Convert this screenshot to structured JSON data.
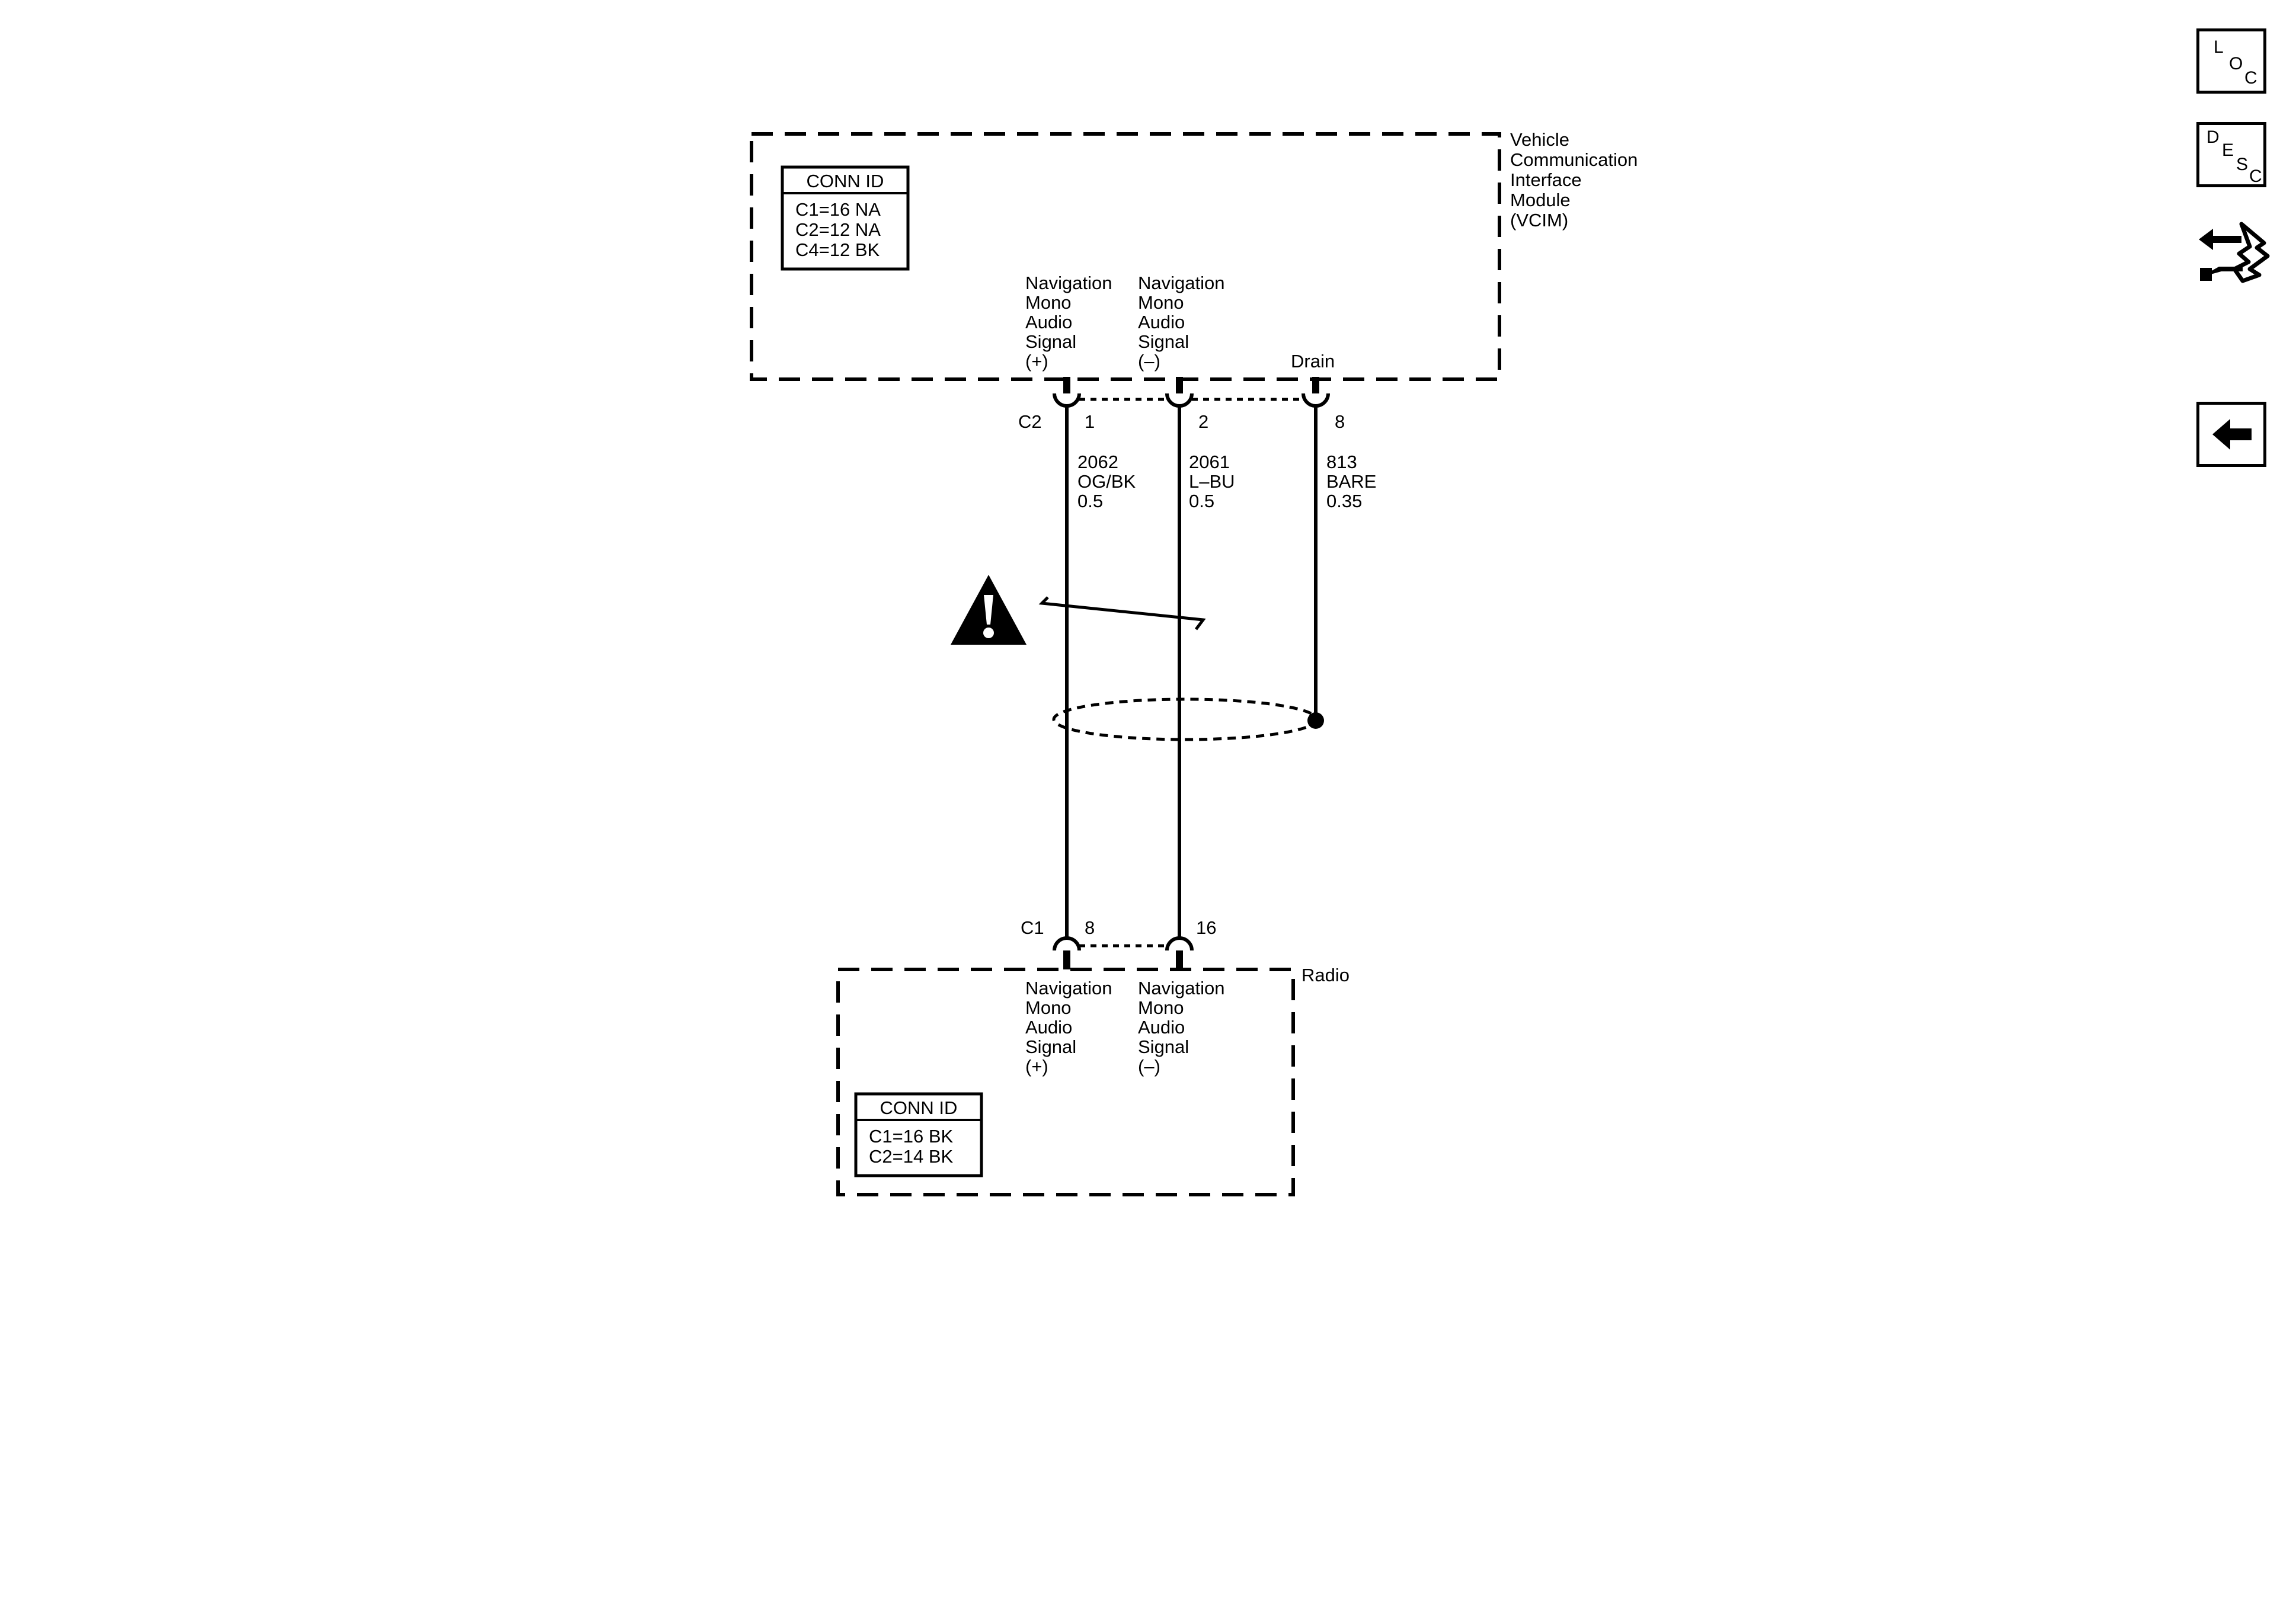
{
  "vcim": {
    "name_lines": [
      "Vehicle",
      "Communication",
      "Interface",
      "Module",
      "(VCIM)"
    ],
    "conn_id": {
      "title": "CONN ID",
      "rows": [
        "C1=16 NA",
        "C2=12 NA",
        "C4=12 BK"
      ]
    },
    "connector": "C2",
    "pins": [
      {
        "number": "1",
        "label_lines": [
          "Navigation",
          "Mono",
          "Audio",
          "Signal",
          "(+)"
        ]
      },
      {
        "number": "2",
        "label_lines": [
          "Navigation",
          "Mono",
          "Audio",
          "Signal",
          "(–)"
        ]
      },
      {
        "number": "8",
        "label_lines": [
          "Drain"
        ]
      }
    ]
  },
  "wires": [
    {
      "lines": [
        "2062",
        "OG/BK",
        "0.5"
      ]
    },
    {
      "lines": [
        "2061",
        "L–BU",
        "0.5"
      ]
    },
    {
      "lines": [
        "813",
        "BARE",
        "0.35"
      ]
    }
  ],
  "radio": {
    "name": "Radio",
    "conn_id": {
      "title": "CONN ID",
      "rows": [
        "C1=16 BK",
        "C2=14 BK"
      ]
    },
    "connector": "C1",
    "pins": [
      {
        "number": "8",
        "label_lines": [
          "Navigation",
          "Mono",
          "Audio",
          "Signal",
          "(+)"
        ]
      },
      {
        "number": "16",
        "label_lines": [
          "Navigation",
          "Mono",
          "Audio",
          "Signal",
          "(–)"
        ]
      }
    ]
  },
  "side_nav": {
    "loc": {
      "letters": [
        "L",
        "O",
        "C"
      ]
    },
    "desc": {
      "letters": [
        "D",
        "E",
        "S",
        "C"
      ]
    },
    "icons": [
      "location-icon",
      "description-icon",
      "route-icon",
      "back-arrow-icon"
    ]
  }
}
